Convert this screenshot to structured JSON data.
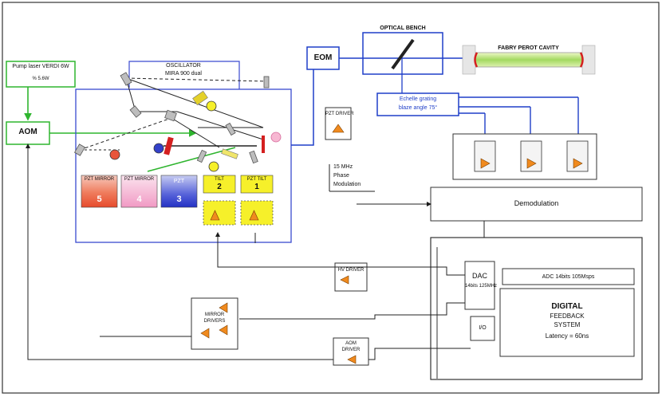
{
  "labels": {
    "pump": "Pump laser VERDI 6W",
    "pump_power": "% 5.6W",
    "oscillator": "OSCILLATOR",
    "oscillator_model": "MIRA 900 dual",
    "aom": "AOM",
    "eom": "EOM",
    "optical_bench": "OPTICAL BENCH",
    "fabry_perot": "FABRY PEROT CAVITY",
    "grating_1": "Echelle grating",
    "grating_2": "blaze angle 75°",
    "pzt_driver": "PZT DRIVER",
    "pzt_mirror_5": "PZT MIRROR",
    "pzt_mirror_4": "PZT MIRROR",
    "pzt": "PZT",
    "pzt_tilt_2": "TILT",
    "pzt_tilt_1": "PZT TILT",
    "num_5": "5",
    "num_4": "4",
    "num_3": "3",
    "num_2": "2",
    "num_1": "1",
    "modulation_1": "15 MHz",
    "modulation_2": "Phase",
    "modulation_3": "Modulation",
    "demodulation": "Demodulation",
    "dac": "DAC",
    "dac_sub": "14bits 125MHz",
    "adc": "ADC 14bits 105Msps",
    "dfs_1": "DIGITAL",
    "dfs_2": "FEEDBACK",
    "dfs_3": "SYSTEM",
    "dfs_4": "Latency = 60ns",
    "io": "I/O",
    "hv_driver": "HV DRIVER",
    "mirror_drivers_1": "MIRROR",
    "mirror_drivers_2": "DRIVERS",
    "aom_driver_1": "AOM",
    "aom_driver_2": "DRIVER"
  },
  "colors": {
    "line": "#1a1a1a",
    "blue_line": "#1f3fc8",
    "green_beam": "#2fb52f",
    "pzt5": "#e8553a",
    "pzt4": "#f2a6c8",
    "pzt3": "#3341c9",
    "yellow": "#f6f02a",
    "amp": "#f08a1e"
  }
}
